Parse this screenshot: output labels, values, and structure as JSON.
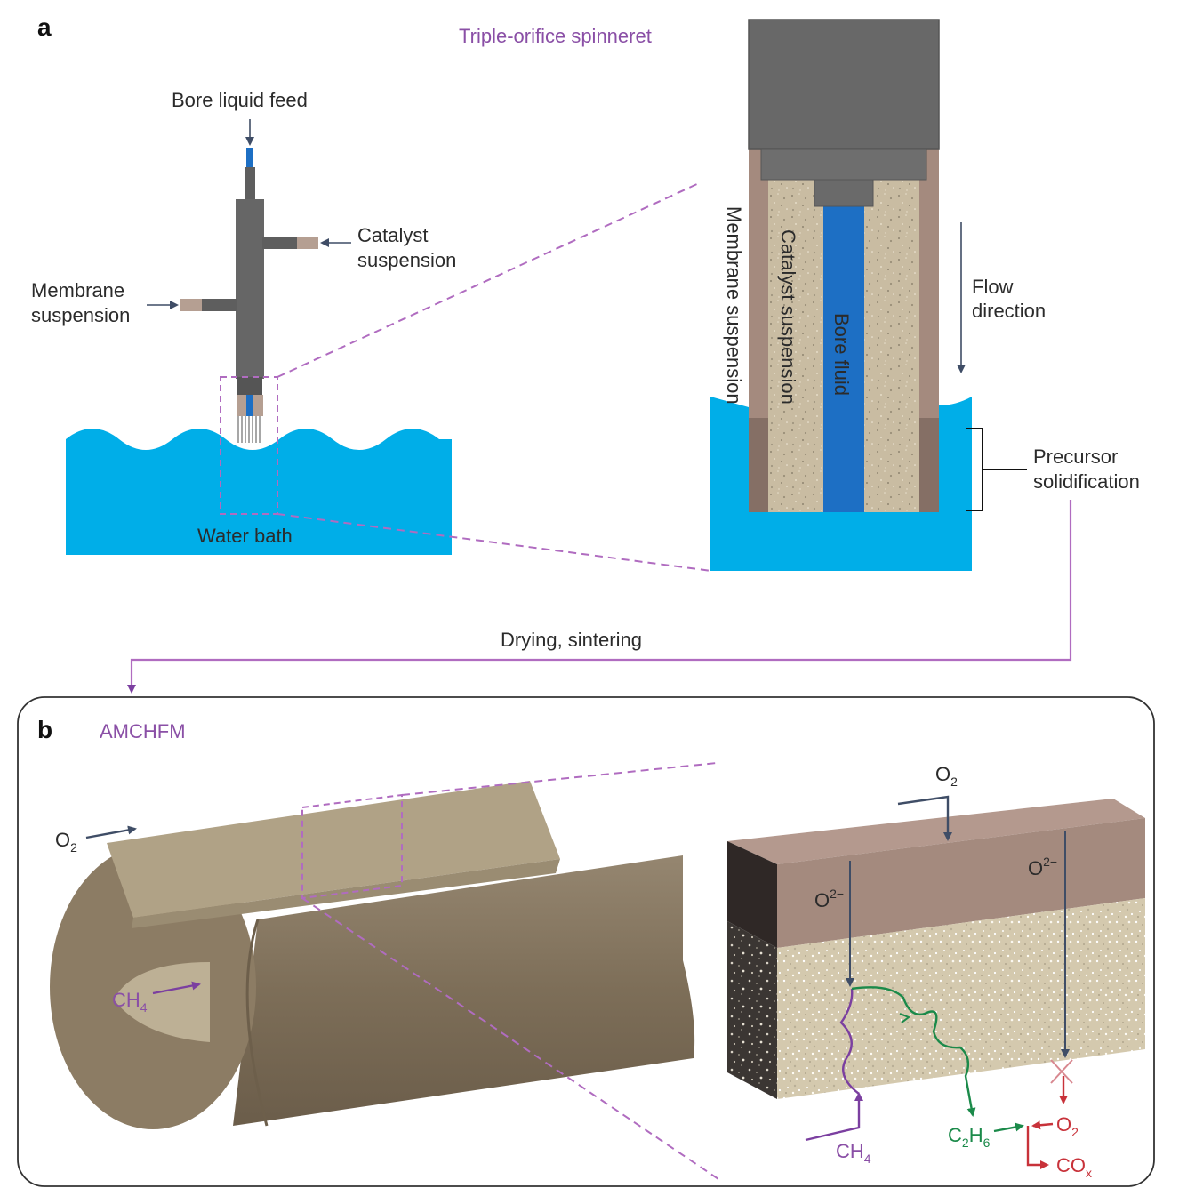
{
  "panel_a": {
    "letter": "a",
    "title": "Triple-orifice spinneret",
    "labels": {
      "bore_liquid_feed": "Bore liquid feed",
      "catalyst_suspension_l1": "Catalyst",
      "catalyst_suspension_l2": "suspension",
      "membrane_suspension_l1": "Membrane",
      "membrane_suspension_l2": "suspension",
      "water_bath": "Water bath",
      "membrane_suspension_vertical": "Membrane suspension",
      "catalyst_suspension_vertical": "Catalyst suspension",
      "bore_fluid": "Bore fluid",
      "flow_direction_l1": "Flow",
      "flow_direction_l2": "direction",
      "precursor_l1": "Precursor",
      "precursor_l2": "solidification"
    },
    "process_step": "Drying, sintering"
  },
  "panel_b": {
    "letter": "b",
    "title": "AMCHFM",
    "labels": {
      "o2_tube": "O",
      "o2_tube_sub": "2",
      "ch4_tube": "CH",
      "ch4_tube_sub": "4",
      "o2_top": "O",
      "o2_top_sub": "2",
      "o2minus_left": "O",
      "o2minus_left_sup": "2−",
      "o2minus_right": "O",
      "o2minus_right_sup": "2−",
      "ch4_bottom": "CH",
      "ch4_bottom_sub": "4",
      "c2h6_c": "C",
      "c2h6_2": "2",
      "c2h6_h": "H",
      "c2h6_6": "6",
      "o2_red": "O",
      "o2_red_sub": "2",
      "cox": "CO",
      "cox_sub": "x"
    }
  },
  "colors": {
    "water": "#00aee8",
    "bore_fluid": "#1d6fc4",
    "spinneret_gray": "#666666",
    "membrane_brown": "#a48a7e",
    "catalyst_beige": "#c4b79c",
    "tube_brown": "#82725c",
    "accent_purple": "#8a4fa6",
    "product_green": "#1b8a4a",
    "oxidation_red": "#c8323a"
  }
}
